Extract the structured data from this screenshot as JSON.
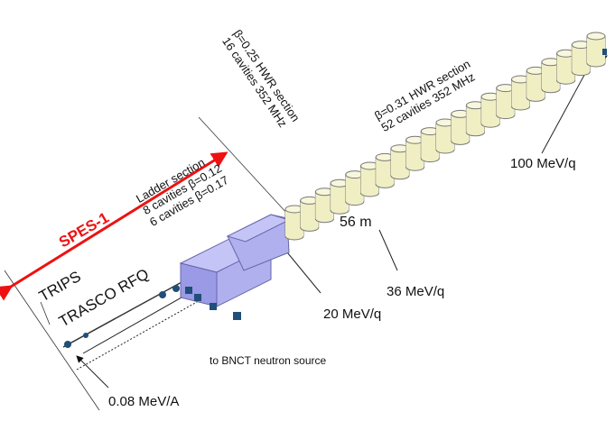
{
  "labels": {
    "spes": "SPES-1",
    "trips": "TRIPS",
    "rfq": "TRASCO RFQ",
    "ladder_1": "Ladder section",
    "ladder_2": "8 cavities β=0.12",
    "ladder_3": "6 cavities β=0.17",
    "hwr25_1": "β=0.25 HWR section",
    "hwr25_2": "16 cavities 352 MHz",
    "hwr31_1": "β=0.31 HWR section",
    "hwr31_2": "52 cavities 352 MHz",
    "length": "56 m",
    "e100": "100 MeV/q",
    "e36": "36 MeV/q",
    "e20": "20 MeV/q",
    "e008": "0.08 MeV/A",
    "bnct": "to BNCT neutron source"
  },
  "colors": {
    "spes": "#ee1111",
    "cavity": "#f0efc4",
    "box": "#a9a9f0",
    "magnet": "#1f4f7a"
  }
}
